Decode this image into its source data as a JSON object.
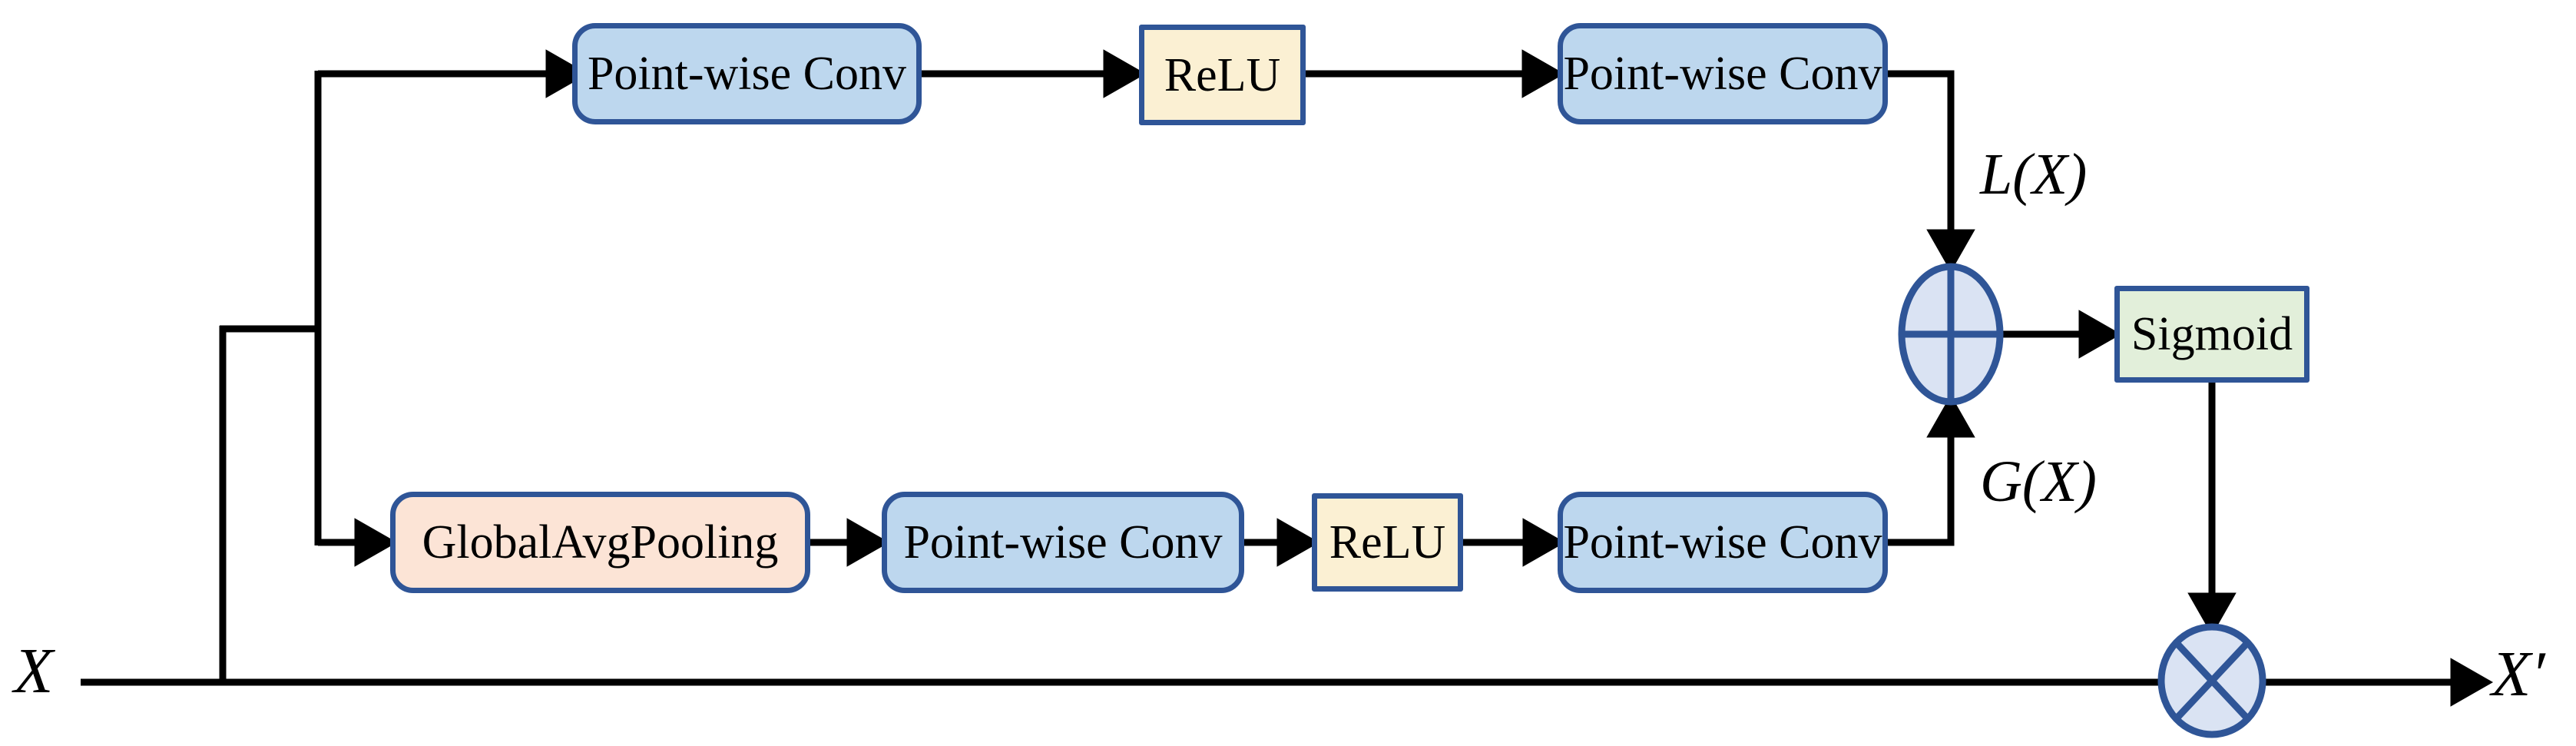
{
  "figure": {
    "type": "block-diagram",
    "description": "Attention module: two parallel branches (local point-wise conv path and global pooled path) summed, passed through sigmoid, then multiplied with the input"
  },
  "nodes": {
    "pwc_top_1": "Point-wise Conv",
    "relu_top": "ReLU",
    "pwc_top_2": "Point-wise Conv",
    "gap": "GlobalAvgPooling",
    "pwc_bottom_1": "Point-wise Conv",
    "relu_bottom": "ReLU",
    "pwc_bottom_2": "Point-wise Conv",
    "sigmoid": "Sigmoid"
  },
  "operators": {
    "add": "⊕",
    "multiply": "⊗"
  },
  "edge_labels": {
    "local": "L(X)",
    "global": "G(X)"
  },
  "io_labels": {
    "input": "X",
    "output": "X′"
  },
  "colors": {
    "conv_fill": "#BDD7EE",
    "relu_fill": "#FBF0D3",
    "pool_fill": "#FCE4D6",
    "sigmoid_fill": "#E2EFDA",
    "operator_fill": "#DAE3F3",
    "border": "#2F5597",
    "line": "#000000",
    "background": "#FFFFFF"
  }
}
